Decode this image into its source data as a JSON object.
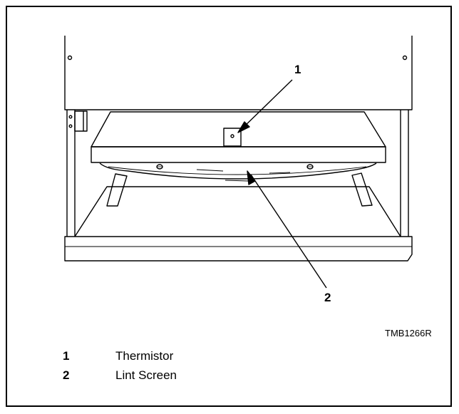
{
  "callouts": [
    {
      "number": "1"
    },
    {
      "number": "2"
    }
  ],
  "figure_code": "TMB1266R",
  "legend": [
    {
      "number": "1",
      "label": "Thermistor"
    },
    {
      "number": "2",
      "label": "Lint Screen"
    }
  ]
}
